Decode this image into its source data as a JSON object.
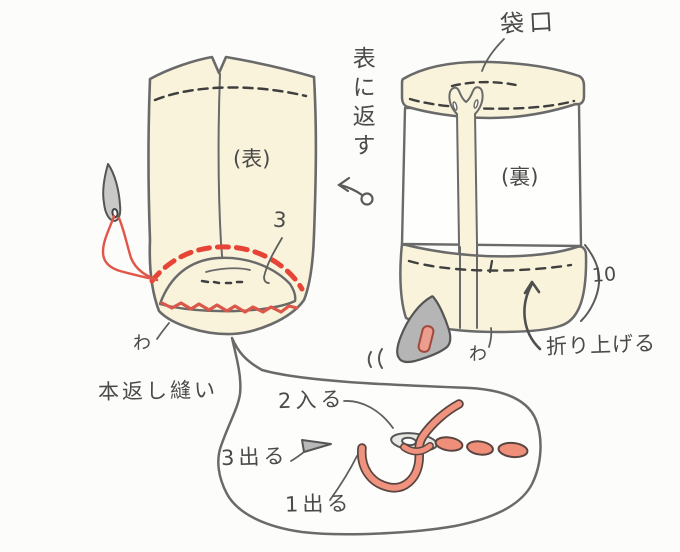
{
  "left_piece": {
    "side_label": "(表)",
    "seam_width": "3",
    "fold_label": "わ",
    "stitch_method": "本返し縫い"
  },
  "center": {
    "turn_instruction": "表に返す"
  },
  "right_piece": {
    "opening_label": "袋口",
    "side_label": "(裏)",
    "fold_depth": "10",
    "fold_instruction": "折り上げる",
    "fold_label": "わ"
  },
  "stitch_detail": {
    "step_2_in": "2入る",
    "step_3_out": "3出る",
    "step_1_out": "1出る"
  },
  "colors": {
    "fabric_cream": "#f8f3da",
    "outline_gray": "#6a6a6a",
    "stitch_dash_black": "#3f3f3f",
    "stitch_red": "#e64437",
    "zigzag_red": "#db574a",
    "thread_salmon": "#f0937e",
    "thread_dark_edge": "#5a4540",
    "needle_gray": "#c9c9c7",
    "iron_gray": "#b5b5b5",
    "iron_handle_pink": "#eb9d8e",
    "text_gray": "#4a4a4a"
  }
}
